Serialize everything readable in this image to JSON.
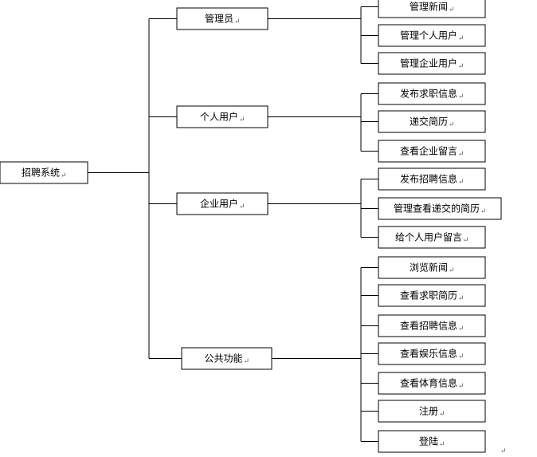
{
  "root": {
    "id": "root",
    "label": "招聘系统",
    "mark": "↵"
  },
  "branches": [
    {
      "id": "admin",
      "label": "管理员",
      "mark": "↵",
      "children": [
        {
          "id": "admin-news",
          "label": "管理新闻",
          "mark": "↵"
        },
        {
          "id": "admin-personal",
          "label": "管理个人用户",
          "mark": "↵"
        },
        {
          "id": "admin-company",
          "label": "管理企业用户",
          "mark": "↵"
        }
      ]
    },
    {
      "id": "personal",
      "label": "个人用户",
      "mark": "↵",
      "children": [
        {
          "id": "personal-post",
          "label": "发布求职信息",
          "mark": "↵"
        },
        {
          "id": "personal-submit",
          "label": "递交简历",
          "mark": "↵"
        },
        {
          "id": "personal-view-msg",
          "label": "查看企业留言",
          "mark": "↵"
        }
      ]
    },
    {
      "id": "company",
      "label": "企业用户",
      "mark": "↵",
      "children": [
        {
          "id": "company-post",
          "label": "发布招聘信息",
          "mark": "↵"
        },
        {
          "id": "company-manage",
          "label": "管理查看递交的简历",
          "mark": "↵"
        },
        {
          "id": "company-msg",
          "label": "给个人用户留言",
          "mark": "↵"
        }
      ]
    },
    {
      "id": "public",
      "label": "公共功能",
      "mark": "↵",
      "children": [
        {
          "id": "public-news",
          "label": "浏览新闻",
          "mark": "↵"
        },
        {
          "id": "public-resume",
          "label": "查看求职简历",
          "mark": "↵"
        },
        {
          "id": "public-jobs",
          "label": "查看招聘信息",
          "mark": "↵"
        },
        {
          "id": "public-ent",
          "label": "查看娱乐信息",
          "mark": "↵"
        },
        {
          "id": "public-sports",
          "label": "查看体育信息",
          "mark": "↵"
        },
        {
          "id": "public-register",
          "label": "注册",
          "mark": "↵"
        },
        {
          "id": "public-login",
          "label": "登陆",
          "mark": "↵"
        }
      ]
    }
  ],
  "trailing_mark": "↵"
}
